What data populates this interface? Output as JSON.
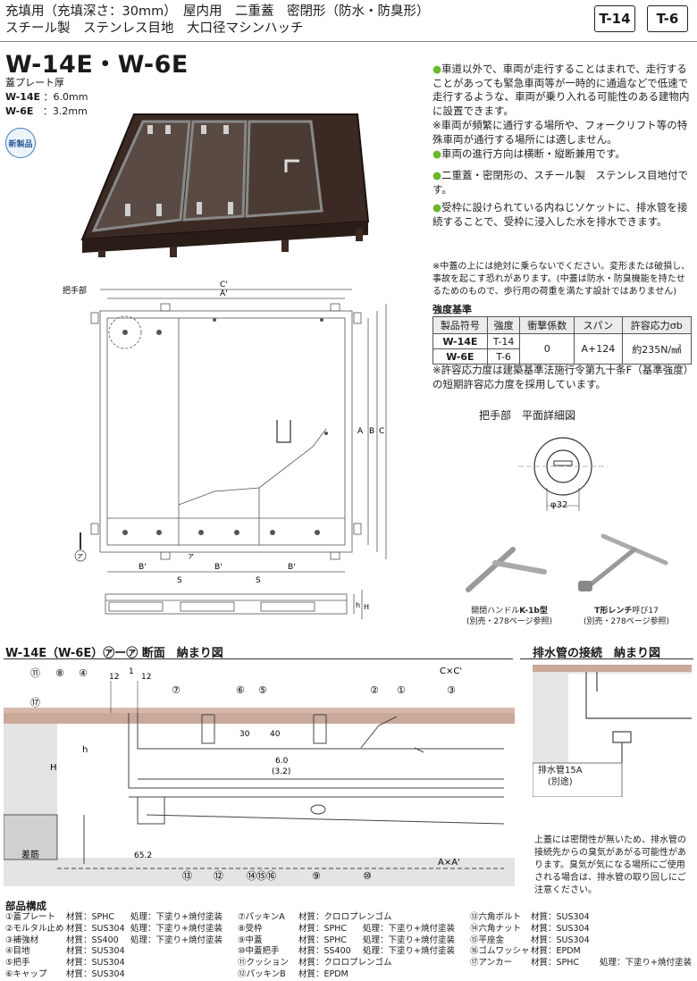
{
  "header": {
    "line1": "充填用（充填深さ：30mm）　屋内用　二重蓋　密閉形（防水・防臭形）",
    "line2": "スチール製　ステンレス目地　大口径マシンハッチ",
    "tags": [
      "T-14",
      "T-6"
    ]
  },
  "model": {
    "title": "W-14E・W-6E",
    "plate_label": "蓋プレート厚",
    "plates": [
      {
        "code": "W-14E",
        "value": "：6.0mm"
      },
      {
        "code": "W-6E",
        "value": "：3.2mm"
      }
    ],
    "badge": "新製品"
  },
  "description": {
    "bullets": [
      "車道以外で、車両が走行することはまれで、走行することがあっても緊急車両等が一時的に通過などで低速で走行するような、車両が乗り入れる可能性のある建物内に設置できます。",
      "車両の進行方向は横断・縦断兼用です。",
      "二重蓋・密閉形の、スチール製　ステンレス目地付です。",
      "受枠に設けられている内ねじソケットに、排水管を接続することで、受枠に浸入した水を排水できます。"
    ],
    "note1": "※車両が頻繁に通行する場所や、フォークリフト等の特殊車両が通行する場所には適しません。",
    "note_center": "※中蓋の上には絶対に乗らないでください。変形または破損し、事故を起こす恐れがあります。(中蓋は防水・防臭機能を持たせるためのもので、歩行用の荷重を満たす設計ではありません)"
  },
  "strength": {
    "title": "強度基準",
    "headers": [
      "製品符号",
      "強度",
      "衝撃係数",
      "スパン",
      "許容応力σb"
    ],
    "rows": [
      {
        "code": "W-14E",
        "strength": "T-14"
      },
      {
        "code": "W-6E",
        "strength": "T-6"
      }
    ],
    "impact": "0",
    "span": "A+124",
    "stress": "約235N/㎟",
    "footnote": "※許容応力度は建築基準法施行令第九十条F（基準強度）の短期許容応力度を採用しています。"
  },
  "handle_detail": {
    "title": "把手部　平面詳細図",
    "dim": "φ32"
  },
  "tools": [
    {
      "name_prefix": "開閉ハンドル",
      "name_bold": "K-1b型",
      "ref": "(別売・278ページ参照)"
    },
    {
      "name_prefix": "",
      "name_bold": "T形レンチ",
      "name_suffix": "呼び17",
      "ref": "(別売・278ページ参照)"
    }
  ],
  "plan": {
    "labels": {
      "handle": "把手部",
      "c_prime": "C'",
      "a_prime": "A'",
      "a": "A",
      "b": "B",
      "c": "C",
      "b_prime": "B'",
      "s": "S",
      "section_mark": "ア",
      "h": "h",
      "H": "H"
    }
  },
  "section": {
    "title": "W-14E（W-6E）㋐ー㋐ 断面　納まり図",
    "labels": {
      "cxc": "C×C'",
      "axa": "A×A'",
      "d12a": "12",
      "d1": "1",
      "d12b": "12",
      "d30": "30",
      "d40": "40",
      "d60": "6.0",
      "d32": "(3.2)",
      "H": "H",
      "h": "h",
      "rebar": "差筋",
      "d652": "65.2"
    },
    "callouts_top": [
      "⑪",
      "⑧",
      "④",
      "⑰",
      "⑦",
      "⑥",
      "⑤",
      "②",
      "①",
      "③"
    ],
    "callouts_bottom": [
      "⑬",
      "⑫",
      "⑭⑮⑯",
      "⑨",
      "⑩"
    ]
  },
  "drain": {
    "title": "排水管の接続　納まり図",
    "pipe_label1": "排水管15A",
    "pipe_label2": "(別途)",
    "note": "上蓋には密閉性が無いため、排水管の接続先からの臭気があがる可能性があります。臭気が気になる場所にご使用される場合は、排水管の取り回しにご注意ください。"
  },
  "parts": {
    "title": "部品構成",
    "col1": [
      {
        "name": "①蓋プレート",
        "mat": "材質：SPHC",
        "proc": "処理：下塗り+焼付塗装"
      },
      {
        "name": "②モルタル止め",
        "mat": "材質：SUS304",
        "proc": "処理：下塗り+焼付塗装"
      },
      {
        "name": "③補強材",
        "mat": "材質：SS400",
        "proc": "処理：下塗り+焼付塗装"
      },
      {
        "name": "④目地",
        "mat": "材質：SUS304",
        "proc": ""
      },
      {
        "name": "⑤把手",
        "mat": "材質：SUS304",
        "proc": ""
      },
      {
        "name": "⑥キャップ",
        "mat": "材質：SUS304",
        "proc": ""
      }
    ],
    "col2": [
      {
        "name": "⑦パッキンA",
        "mat": "材質：クロロプレンゴム",
        "proc": ""
      },
      {
        "name": "⑧受枠",
        "mat": "材質：SPHC",
        "proc": "処理：下塗り+焼付塗装"
      },
      {
        "name": "⑨中蓋",
        "mat": "材質：SPHC",
        "proc": "処理：下塗り+焼付塗装"
      },
      {
        "name": "⑩中蓋把手",
        "mat": "材質：SS400",
        "proc": "処理：下塗り+焼付塗装"
      },
      {
        "name": "⑪クッション",
        "mat": "材質：クロロプレンゴム",
        "proc": ""
      },
      {
        "name": "⑫パッキンB",
        "mat": "材質：EPDM",
        "proc": ""
      }
    ],
    "col3": [
      {
        "name": "⑬六角ボルト",
        "mat": "材質：SUS304",
        "proc": ""
      },
      {
        "name": "⑭六角ナット",
        "mat": "材質：SUS304",
        "proc": ""
      },
      {
        "name": "⑮平座金",
        "mat": "材質：SUS304",
        "proc": ""
      },
      {
        "name": "⑯ゴムワッシャ",
        "mat": "材質：EPDM",
        "proc": ""
      },
      {
        "name": "⑰アンカー",
        "mat": "材質：SPHC",
        "proc": "処理：下塗り+焼付塗装"
      }
    ]
  },
  "colors": {
    "accent_green": "#6ab82e",
    "badge_blue": "#3a7bbf",
    "concrete": "#d9d9d9",
    "finish": "#caa89a"
  }
}
